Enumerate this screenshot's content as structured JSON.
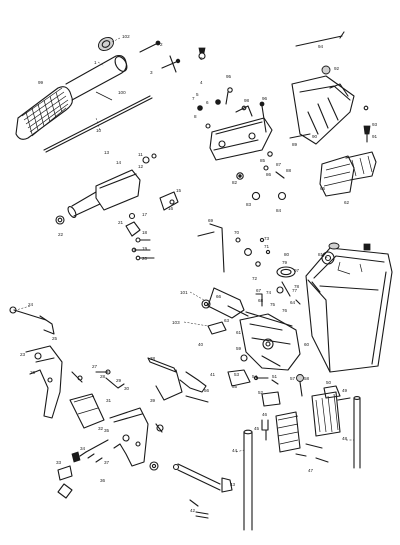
{
  "diagram": {
    "labels": [
      "102",
      "1",
      "2",
      "3",
      "4",
      "5",
      "6",
      "7",
      "8",
      "9",
      "10",
      "11",
      "12",
      "13",
      "14",
      "15",
      "16",
      "17",
      "18",
      "19",
      "20",
      "21",
      "22",
      "23",
      "24",
      "25",
      "26",
      "27",
      "28",
      "29",
      "30",
      "31",
      "32",
      "33",
      "34",
      "35",
      "36",
      "37",
      "38",
      "39",
      "40",
      "41",
      "42",
      "43",
      "44",
      "45",
      "46",
      "47",
      "48",
      "49",
      "50",
      "51",
      "52",
      "53",
      "54",
      "55",
      "56",
      "57",
      "58",
      "59",
      "60",
      "61",
      "62",
      "63",
      "64",
      "65",
      "66",
      "67",
      "68",
      "69",
      "70",
      "71",
      "72",
      "73",
      "74",
      "75",
      "76",
      "77",
      "78",
      "79",
      "80",
      "81",
      "82",
      "83",
      "84",
      "85",
      "86",
      "87",
      "88",
      "89",
      "90",
      "91",
      "92",
      "93",
      "94",
      "95",
      "96",
      "97",
      "98",
      "99",
      "100",
      "101",
      "103"
    ]
  }
}
